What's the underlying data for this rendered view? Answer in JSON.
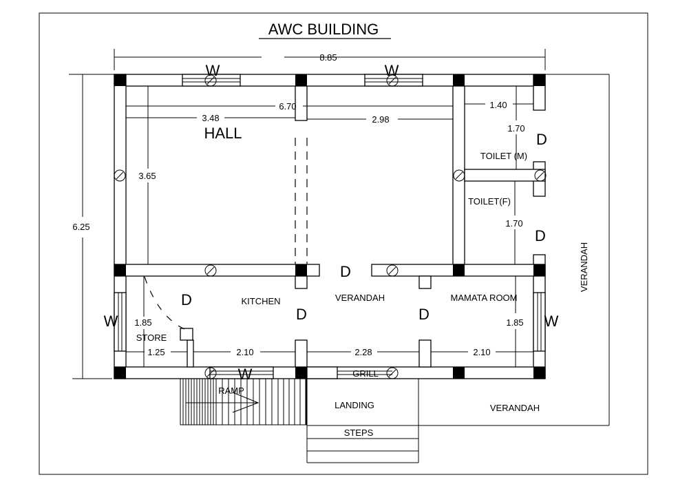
{
  "title": "AWC BUILDING",
  "rooms": {
    "hall": "HALL",
    "toilet_m": "TOILET (M)",
    "toilet_f": "TOILET(F)",
    "kitchen": "KITCHEN",
    "verandah_inner": "VERANDAH",
    "mamata_room": "MAMATA ROOM",
    "store": "STORE",
    "verandah_right": "VERANDAH",
    "verandah_bottom": "VERANDAH",
    "landing": "LANDING",
    "steps": "STEPS",
    "ramp": "RAMP",
    "grill": "GRILL"
  },
  "dimensions": {
    "overall_width": "8.85",
    "overall_depth": "6.25",
    "hall_to_toilet": "6.70",
    "hall_width": "3.48",
    "middle_width": "2.98",
    "toilet_width": "1.40",
    "toilet_m_depth": "1.70",
    "toilet_f_depth": "1.70",
    "hall_depth": "3.65",
    "store_depth": "1.85",
    "store_width": "1.25",
    "kitchen_width": "2.10",
    "verandah_width": "2.28",
    "mamata_width": "2.10",
    "mamata_depth": "1.85"
  },
  "markers": {
    "window": "W",
    "door": "D"
  }
}
